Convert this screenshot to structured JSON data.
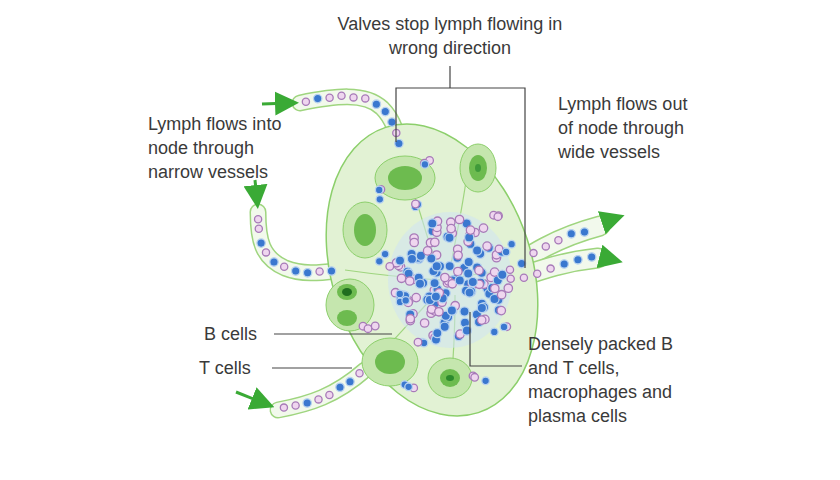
{
  "diagram": {
    "labels": [
      "Valves stop lymph flowing in wrong direction",
      "Lymph flows into node through narrow vessels",
      "Lymph flows out of node through wide vessels",
      "B cells",
      "T cells",
      "Densely packed B and T cells, macrophages and plasma cells"
    ]
  }
}
